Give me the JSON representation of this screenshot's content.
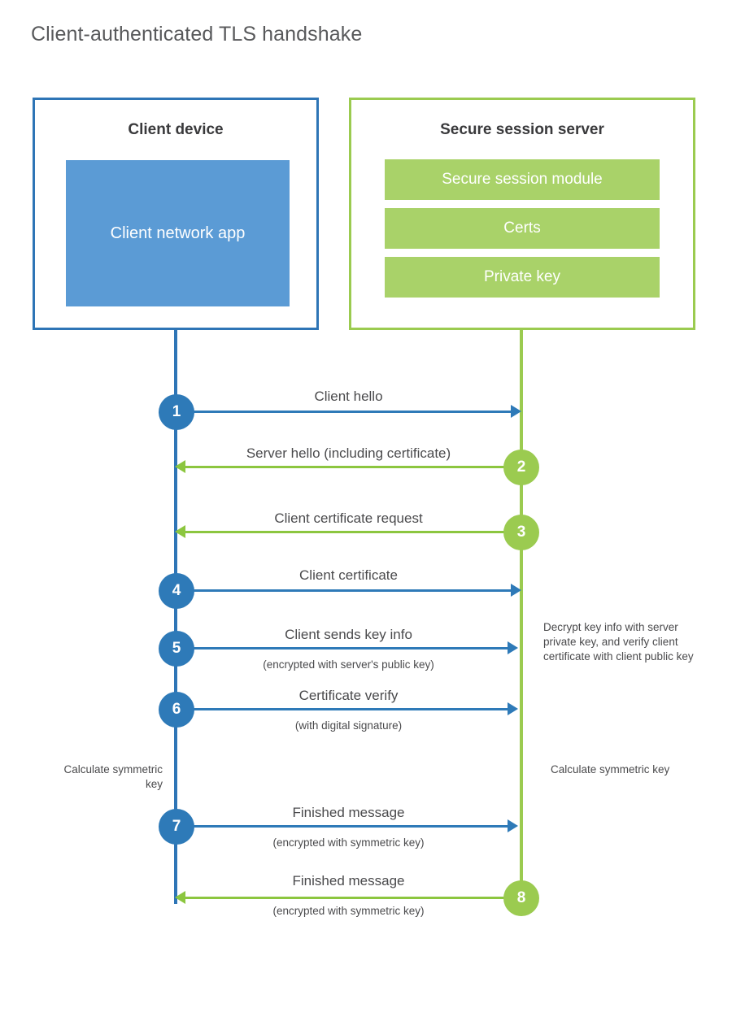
{
  "title": "Client-authenticated TLS handshake",
  "colors": {
    "client_blue_border": "#2e75b6",
    "client_app_fill": "#5b9bd5",
    "server_green_border": "#9bcb50",
    "server_row_fill": "#a9d269",
    "blue_arrow": "#2e7ab8",
    "green_arrow": "#8cc63f",
    "text": "#4a4a4c",
    "title_text": "#58595b"
  },
  "client": {
    "title": "Client device",
    "app_label": "Client network app"
  },
  "server": {
    "title": "Secure session server",
    "rows": [
      "Secure session module",
      "Certs",
      "Private key"
    ]
  },
  "steps": [
    {
      "number": "1",
      "label": "Client hello",
      "sub": "",
      "direction": "client-to-server",
      "color": "blue"
    },
    {
      "number": "2",
      "label": "Server hello (including certificate)",
      "sub": "",
      "direction": "server-to-client",
      "color": "green"
    },
    {
      "number": "3",
      "label": "Client certificate request",
      "sub": "",
      "direction": "server-to-client",
      "color": "green"
    },
    {
      "number": "4",
      "label": "Client certificate",
      "sub": "",
      "direction": "client-to-server",
      "color": "blue"
    },
    {
      "number": "5",
      "label": "Client sends key info",
      "sub": "(encrypted with server's public key)",
      "direction": "client-to-server",
      "color": "blue"
    },
    {
      "number": "6",
      "label": "Certificate verify",
      "sub": "(with digital signature)",
      "direction": "client-to-server",
      "color": "blue"
    },
    {
      "number": "7",
      "label": "Finished message",
      "sub": "(encrypted with symmetric key)",
      "direction": "client-to-server",
      "color": "blue"
    },
    {
      "number": "8",
      "label": "Finished message",
      "sub": "(encrypted with symmetric key)",
      "direction": "server-to-client",
      "color": "green"
    }
  ],
  "notes": {
    "server_decrypt": "Decrypt key info with server private key, and verify client certificate with client public key",
    "client_calculate": "Calculate symmetric key",
    "server_calculate": "Calculate symmetric key"
  }
}
